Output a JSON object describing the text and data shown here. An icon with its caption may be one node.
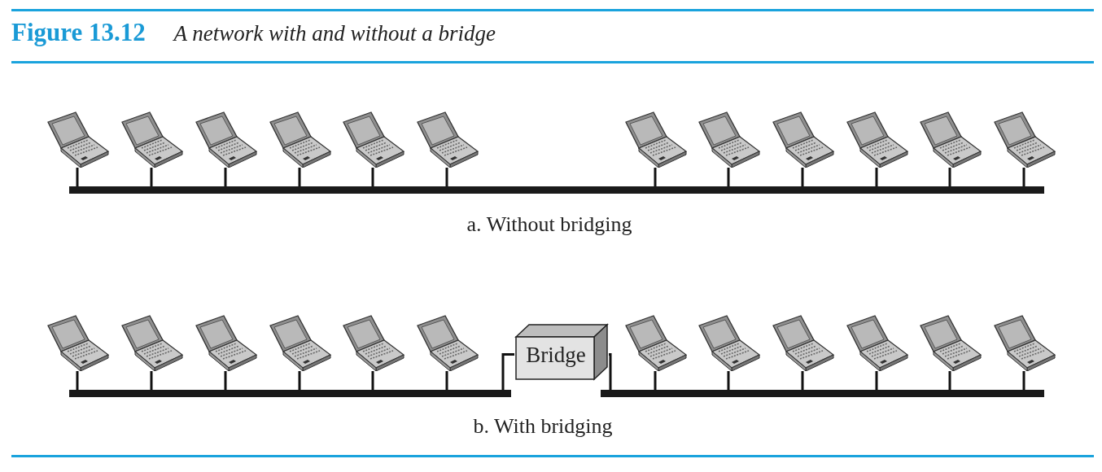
{
  "diagram": {
    "title": "**Figure 13.12** *A network with and without a bridge*",
    "nodes": [
      {
        "text": [],
        "shape": "picture"
      },
      {
        "text": [],
        "shape": "picture"
      },
      {
        "text": [],
        "shape": "picture"
      },
      {
        "text": [],
        "shape": "picture"
      },
      {
        "text": [],
        "shape": "picture"
      },
      {
        "text": [],
        "shape": "picture"
      },
      {
        "text": [],
        "shape": "picture"
      },
      {
        "text": [],
        "shape": "picture"
      },
      {
        "text": [],
        "shape": "picture"
      },
      {
        "text": [],
        "shape": "picture"
      },
      {
        "text": [],
        "shape": "picture"
      },
      {
        "text": [],
        "shape": "picture"
      },
      {
        "text": [],
        "shape": "bar"
      },
      {
        "text": [],
        "shape": "picture"
      },
      {
        "text": [],
        "shape": "picture"
      },
      {
        "text": [],
        "shape": "picture"
      },
      {
        "text": [],
        "shape": "picture"
      },
      {
        "text": [],
        "shape": "picture"
      },
      {
        "text": [],
        "shape": "picture"
      },
      {
        "text": [
          "Bridge"
        ]
      },
      {
        "text": [],
        "shape": "picture"
      },
      {
        "text": [],
        "shape": "picture"
      },
      {
        "text": [],
        "shape": "picture"
      },
      {
        "text": [],
        "shape": "picture"
      },
      {
        "text": [],
        "shape": "picture"
      },
      {
        "text": [],
        "shape": "picture"
      },
      {
        "text": [],
        "shape": "bar"
      },
      {
        "text": [],
        "shape": "bar"
      }
    ],
    "edges": [
      {
        "from": 0,
        "to": 12,
        "arrow": "none"
      },
      {
        "from": 1,
        "to": 12,
        "arrow": "none"
      },
      {
        "from": 2,
        "to": 12,
        "arrow": "none"
      },
      {
        "from": 3,
        "to": 12,
        "arrow": "none"
      },
      {
        "from": 4,
        "to": 12,
        "arrow": "none"
      },
      {
        "from": 5,
        "to": 12,
        "arrow": "none"
      },
      {
        "from": 6,
        "to": 12,
        "arrow": "none"
      },
      {
        "from": 7,
        "to": 12,
        "arrow": "none"
      },
      {
        "from": 8,
        "to": 12,
        "arrow": "none"
      },
      {
        "from": 9,
        "to": 12,
        "arrow": "none"
      },
      {
        "from": 10,
        "to": 12,
        "arrow": "none"
      },
      {
        "from": 11,
        "to": 12,
        "arrow": "none"
      },
      {
        "from": 13,
        "to": 26,
        "arrow": "none"
      },
      {
        "from": 14,
        "to": 26,
        "arrow": "none"
      },
      {
        "from": 15,
        "to": 26,
        "arrow": "none"
      },
      {
        "from": 16,
        "to": 26,
        "arrow": "none"
      },
      {
        "from": 17,
        "to": 26,
        "arrow": "none"
      },
      {
        "from": 18,
        "to": 26,
        "arrow": "none"
      },
      {
        "from": 20,
        "to": 27,
        "arrow": "none"
      },
      {
        "from": 21,
        "to": 27,
        "arrow": "none"
      },
      {
        "from": 22,
        "to": 27,
        "arrow": "none"
      },
      {
        "from": 23,
        "to": 27,
        "arrow": "none"
      },
      {
        "from": 24,
        "to": 27,
        "arrow": "none"
      },
      {
        "from": 25,
        "to": 27,
        "arrow": "none"
      },
      {
        "from": 19,
        "to": 26,
        "arrow": "none"
      },
      {
        "from": 19,
        "to": 27,
        "arrow": "none"
      }
    ],
    "labels": [
      "a. Without bridging",
      "b. With bridging"
    ]
  }
}
